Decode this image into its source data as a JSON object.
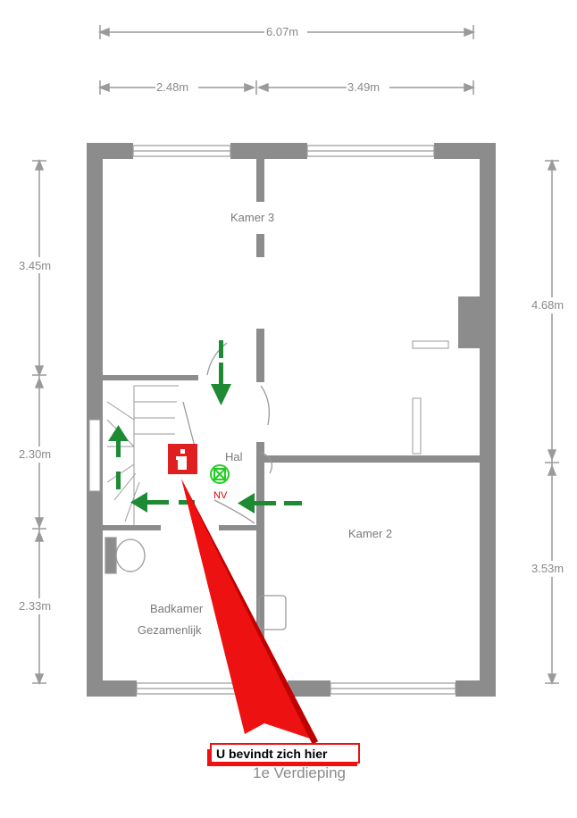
{
  "floor_label": "1e Verdieping",
  "you_are_here": "U bevindt zich hier",
  "dimensions": {
    "total_width": "6.07m",
    "left_width": "2.48m",
    "right_width": "3.49m",
    "left_top": "3.45m",
    "left_middle": "2.30m",
    "left_bottom": "2.33m",
    "right_top": "4.68m",
    "right_bottom": "3.53m"
  },
  "rooms": {
    "kamer3": "Kamer 3",
    "kamer2": "Kamer 2",
    "hal": "Hal",
    "badkamer": "Badkamer",
    "gezamenlijk": "Gezamenlijk"
  },
  "markers": {
    "nv": "NV",
    "info_icon": "info-icon",
    "emergency_light_icon": "emergency-light-icon"
  },
  "colors": {
    "wall": "#8c8c8c",
    "arrow_green": "#1e8a34",
    "pointer_red": "#ee1111",
    "nv_green": "#22cc22"
  }
}
